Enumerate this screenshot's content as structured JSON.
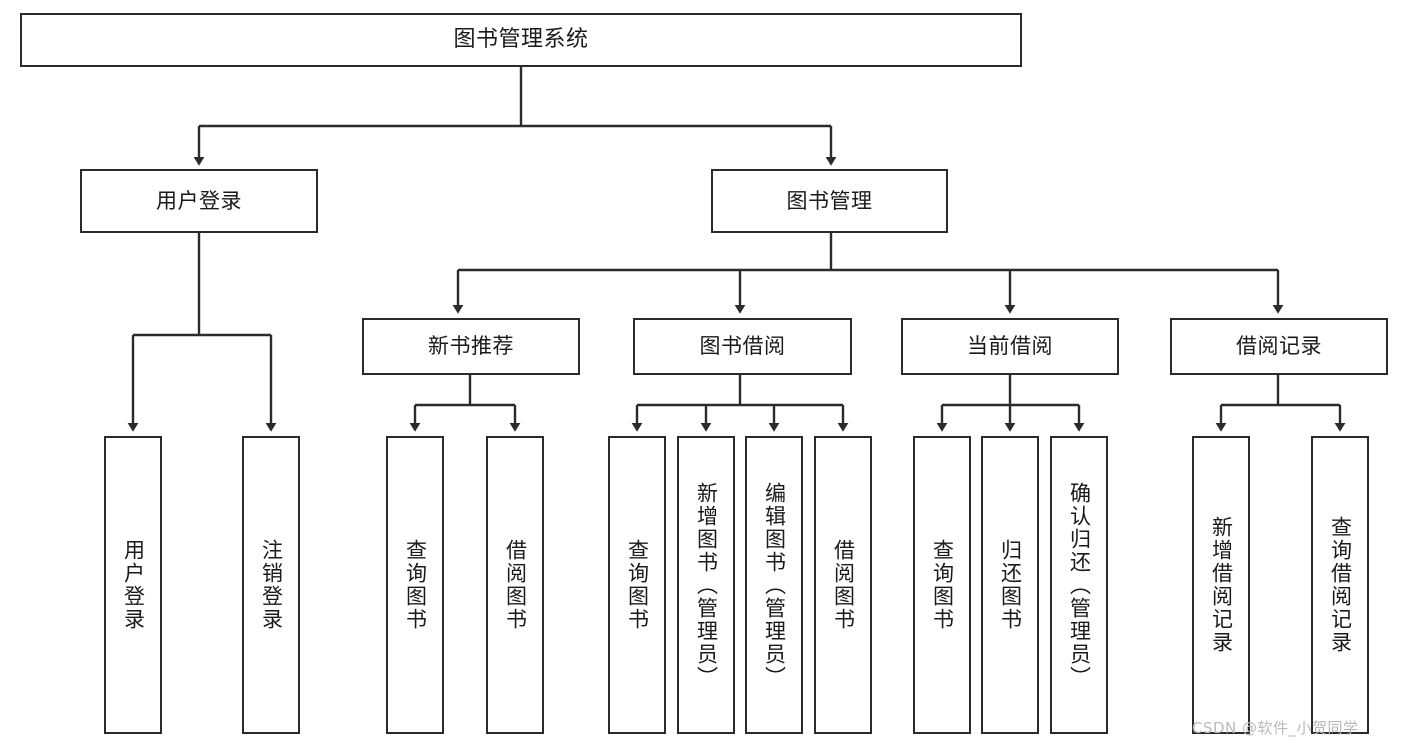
{
  "diagram": {
    "title": "图书管理系统",
    "type": "hierarchy-tree",
    "watermark": "CSDN @软件_小贺同学",
    "colors": {
      "stroke": "#2b2b2b",
      "fill": "#ffffff",
      "text": "#1a1a1a",
      "watermark": "#b9b9b9"
    },
    "levels": {
      "level1": [
        "图书管理系统"
      ],
      "level2": [
        "用户登录",
        "图书管理"
      ],
      "level3": [
        "新书推荐",
        "图书借阅",
        "当前借阅",
        "借阅记录"
      ],
      "level4": [
        "用户登录",
        "注销登录",
        "查询图书",
        "借阅图书",
        "查询图书",
        "新增图书（管理员）",
        "编辑图书（管理员）",
        "借阅图书",
        "查询图书",
        "归还图书",
        "确认归还（管理员）",
        "新增借阅记录",
        "查询借阅记录"
      ]
    },
    "nodes": {
      "root": {
        "label": "图书管理系统"
      },
      "user_login": {
        "label": "用户登录"
      },
      "book_manage": {
        "label": "图书管理"
      },
      "new_book_rec": {
        "label": "新书推荐"
      },
      "book_borrow": {
        "label": "图书借阅"
      },
      "current_borrow": {
        "label": "当前借阅"
      },
      "borrow_record": {
        "label": "借阅记录"
      },
      "leaf_user_login": {
        "label": "用户登录"
      },
      "leaf_logout": {
        "label": "注销登录"
      },
      "leaf_query_book_1": {
        "label": "查询图书"
      },
      "leaf_borrow_book_1": {
        "label": "借阅图书"
      },
      "leaf_query_book_2": {
        "label": "查询图书"
      },
      "leaf_add_book_admin": {
        "label": "新增图书（管理员）"
      },
      "leaf_edit_book_admin": {
        "label": "编辑图书（管理员）"
      },
      "leaf_borrow_book_2": {
        "label": "借阅图书"
      },
      "leaf_query_book_3": {
        "label": "查询图书"
      },
      "leaf_return_book": {
        "label": "归还图书"
      },
      "leaf_confirm_return_admin": {
        "label": "确认归还（管理员）"
      },
      "leaf_add_borrow_record": {
        "label": "新增借阅记录"
      },
      "leaf_query_borrow_record": {
        "label": "查询借阅记录"
      }
    },
    "edges": [
      {
        "from": "图书管理系统",
        "to": "用户登录"
      },
      {
        "from": "图书管理系统",
        "to": "图书管理"
      },
      {
        "from": "用户登录",
        "to": "用户登录"
      },
      {
        "from": "用户登录",
        "to": "注销登录"
      },
      {
        "from": "图书管理",
        "to": "新书推荐"
      },
      {
        "from": "图书管理",
        "to": "图书借阅"
      },
      {
        "from": "图书管理",
        "to": "当前借阅"
      },
      {
        "from": "图书管理",
        "to": "借阅记录"
      },
      {
        "from": "新书推荐",
        "to": "查询图书"
      },
      {
        "from": "新书推荐",
        "to": "借阅图书"
      },
      {
        "from": "图书借阅",
        "to": "查询图书"
      },
      {
        "from": "图书借阅",
        "to": "新增图书（管理员）"
      },
      {
        "from": "图书借阅",
        "to": "编辑图书（管理员）"
      },
      {
        "from": "图书借阅",
        "to": "借阅图书"
      },
      {
        "from": "当前借阅",
        "to": "查询图书"
      },
      {
        "from": "当前借阅",
        "to": "归还图书"
      },
      {
        "from": "当前借阅",
        "to": "确认归还（管理员）"
      },
      {
        "from": "借阅记录",
        "to": "新增借阅记录"
      },
      {
        "from": "借阅记录",
        "to": "查询借阅记录"
      }
    ]
  }
}
